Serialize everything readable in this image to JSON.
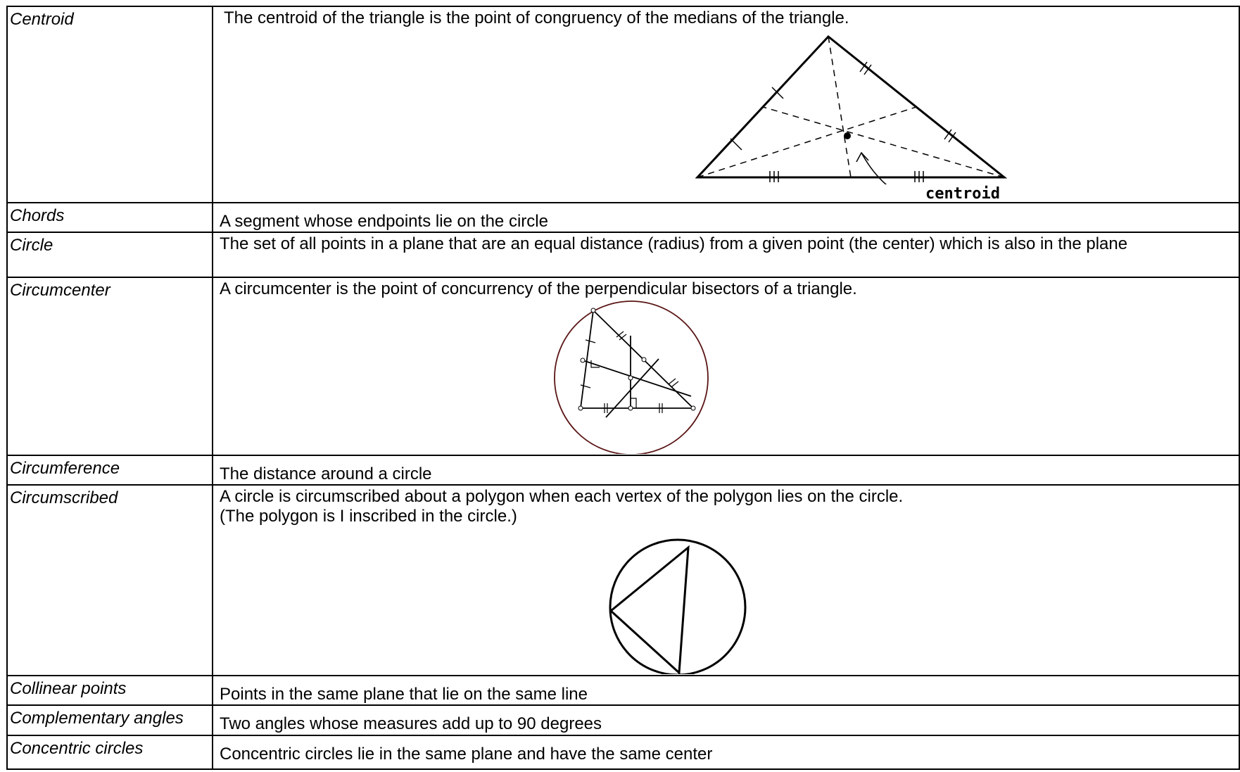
{
  "glossary": {
    "rows": [
      {
        "term": "Centroid",
        "definition": "The centroid of the triangle is the point of congruency of the medians of the triangle.",
        "figure": {
          "label": "centroid"
        }
      },
      {
        "term": "Chords",
        "definition": "A segment whose endpoints lie on the circle"
      },
      {
        "term": "Circle",
        "definition": "The set of all points in a plane that are an equal distance (radius) from a given point (the center) which is also in the plane"
      },
      {
        "term": "Circumcenter",
        "definition": "A circumcenter is the point of concurrency of the perpendicular bisectors of a triangle."
      },
      {
        "term": "Circumference",
        "definition": "The distance around a circle"
      },
      {
        "term": "Circumscribed",
        "definition": "A circle is circumscribed about a polygon when each vertex of the polygon lies on the circle.",
        "definition_line2": "(The polygon is I inscribed in the circle.)"
      },
      {
        "term": "Collinear points",
        "definition": "Points in the same plane that lie on the same line"
      },
      {
        "term": "Complementary angles",
        "definition": "Two angles whose measures add up to 90 degrees"
      },
      {
        "term": "Concentric circles",
        "definition": "Concentric circles lie in the same plane and have the same center"
      }
    ]
  },
  "colors": {
    "border": "#000000",
    "circumcenter_circle": "#5a1515"
  },
  "icons": {
    "centroid_figure": "triangle-medians-diagram",
    "circumcenter_figure": "circumscribed-triangle-bisectors-diagram",
    "circumscribed_figure": "inscribed-triangle-in-circle-diagram"
  }
}
